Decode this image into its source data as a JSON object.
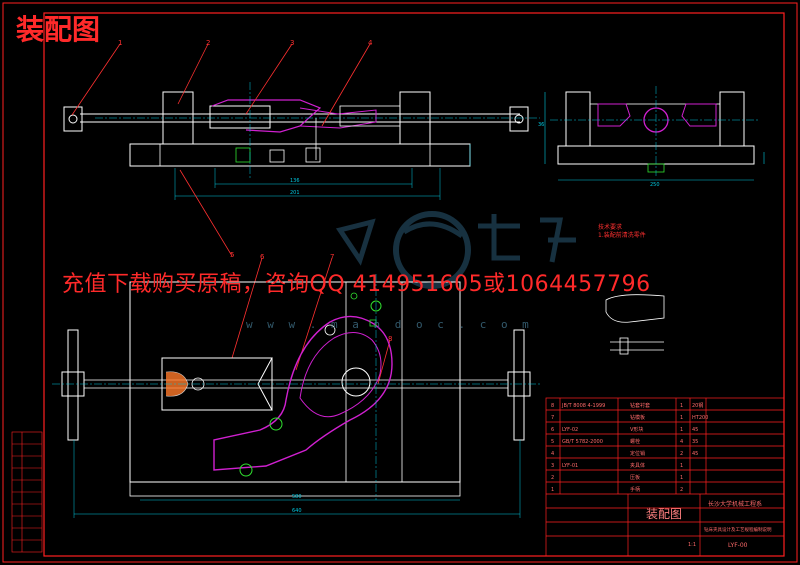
{
  "drawing": {
    "corner_title": "装配图",
    "watermark_banner": "充值下载购买原稿，咨询QQ 414951605或1064457796",
    "watermark_url": "w w w . m a n d o c . c o m",
    "balloons": [
      "1",
      "2",
      "3",
      "4",
      "5",
      "6",
      "7",
      "8"
    ],
    "dimensions": {
      "front_width_1": "136",
      "front_width_2": "201",
      "plan_width_1": "580",
      "plan_width_2": "640",
      "side_width": "250",
      "side_height": "36"
    },
    "notes": {
      "line1": "技术要求",
      "line2": "1.装配前清洗零件"
    },
    "colors": {
      "background": "#000000",
      "frame": "#ff2020",
      "outline": "#ffffff",
      "part": "#d020d0",
      "dimension": "#00c8e0",
      "hole": "#30e030",
      "leader": "#ff3030",
      "watermark": "#ff2a2a"
    }
  },
  "title_block": {
    "drawing_name": "装配图",
    "school": "长沙大学机械工程系",
    "subtitle": "钻床夹具设计及工艺规程编制说明",
    "drawing_no": "LYF-00",
    "scale": "1:1",
    "parts": [
      {
        "no": "8",
        "code": "JB/T 8008 4-1999",
        "name": "钻套衬套",
        "qty": "1",
        "material": "20钢"
      },
      {
        "no": "7",
        "code": "",
        "name": "钻模板",
        "qty": "1",
        "material": "HT200"
      },
      {
        "no": "6",
        "code": "LYF-02",
        "name": "V形块",
        "qty": "1",
        "material": "45"
      },
      {
        "no": "5",
        "code": "GB/T 5782-2000",
        "name": "螺栓",
        "qty": "4",
        "material": "35"
      },
      {
        "no": "4",
        "code": "",
        "name": "定位销",
        "qty": "2",
        "material": "45"
      },
      {
        "no": "3",
        "code": "LYF-01",
        "name": "夹具体",
        "qty": "1",
        "material": ""
      },
      {
        "no": "2",
        "code": "",
        "name": "压板",
        "qty": "1",
        "material": ""
      },
      {
        "no": "1",
        "code": "",
        "name": "手柄",
        "qty": "2",
        "material": ""
      }
    ]
  }
}
